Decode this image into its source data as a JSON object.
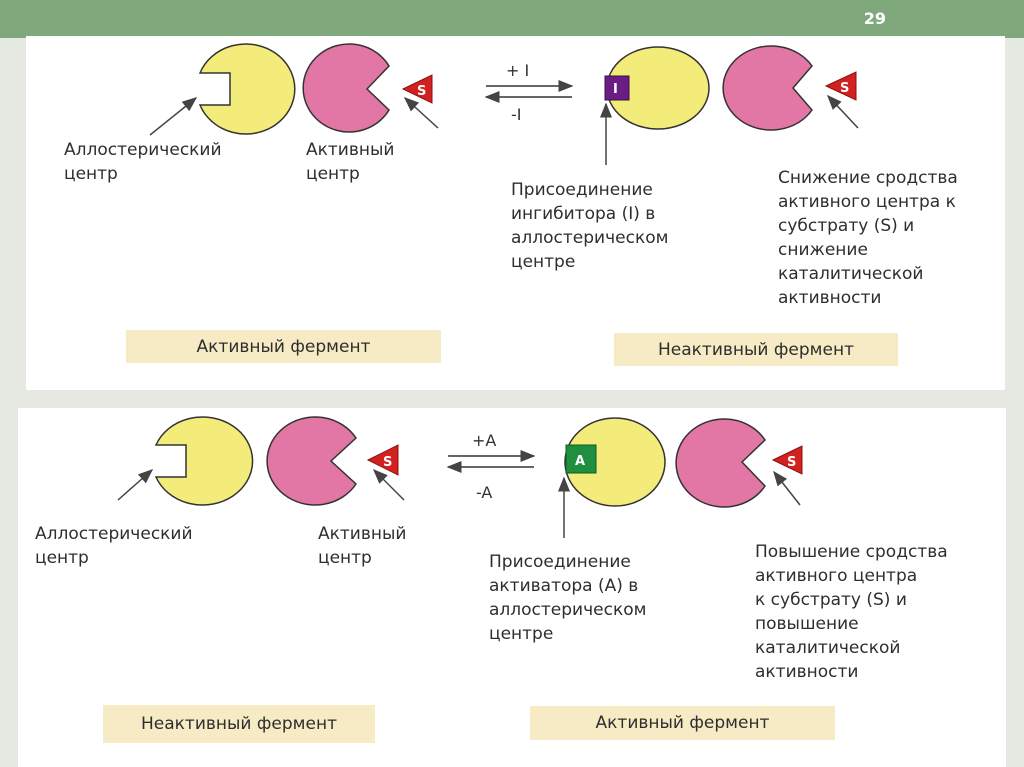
{
  "page_number": "29",
  "colors": {
    "header": "#7fa97c",
    "allosteric_domain": "#f3ec7a",
    "active_domain": "#e277a6",
    "substrate": "#d32020",
    "inhibitor": "#6a1d84",
    "activator": "#1f8f3f",
    "box": "#f6ebc4"
  },
  "top": {
    "forward": "+ I",
    "reverse": "-I",
    "substrate": "S",
    "effector": "I",
    "left_label_allosteric": "Аллостерический\nцентр",
    "left_label_active": "Активный\nцентр",
    "mid_text": "Присоединение\nингибитора (I) в\nаллостерическом\nцентре",
    "right_text": "Снижение сродства\nактивного центра к\nсубстрату (S) и\nснижение\nкаталитической\nактивности",
    "box_left": "Активный фермент",
    "box_right": "Неактивный фермент"
  },
  "bottom": {
    "forward": "+A",
    "reverse": "-A",
    "substrate": "S",
    "effector": "A",
    "left_label_allosteric": "Аллостерический\nцентр",
    "left_label_active": "Активный\nцентр",
    "mid_text": "Присоединение\nактиватора (А) в\nаллостерическом\nцентре",
    "right_text": "Повышение сродства\nактивного центра\nк субстрату (S) и\nповышение\nкаталитической\nактивности",
    "box_left": "Неактивный фермент",
    "box_right": "Активный фермент"
  }
}
